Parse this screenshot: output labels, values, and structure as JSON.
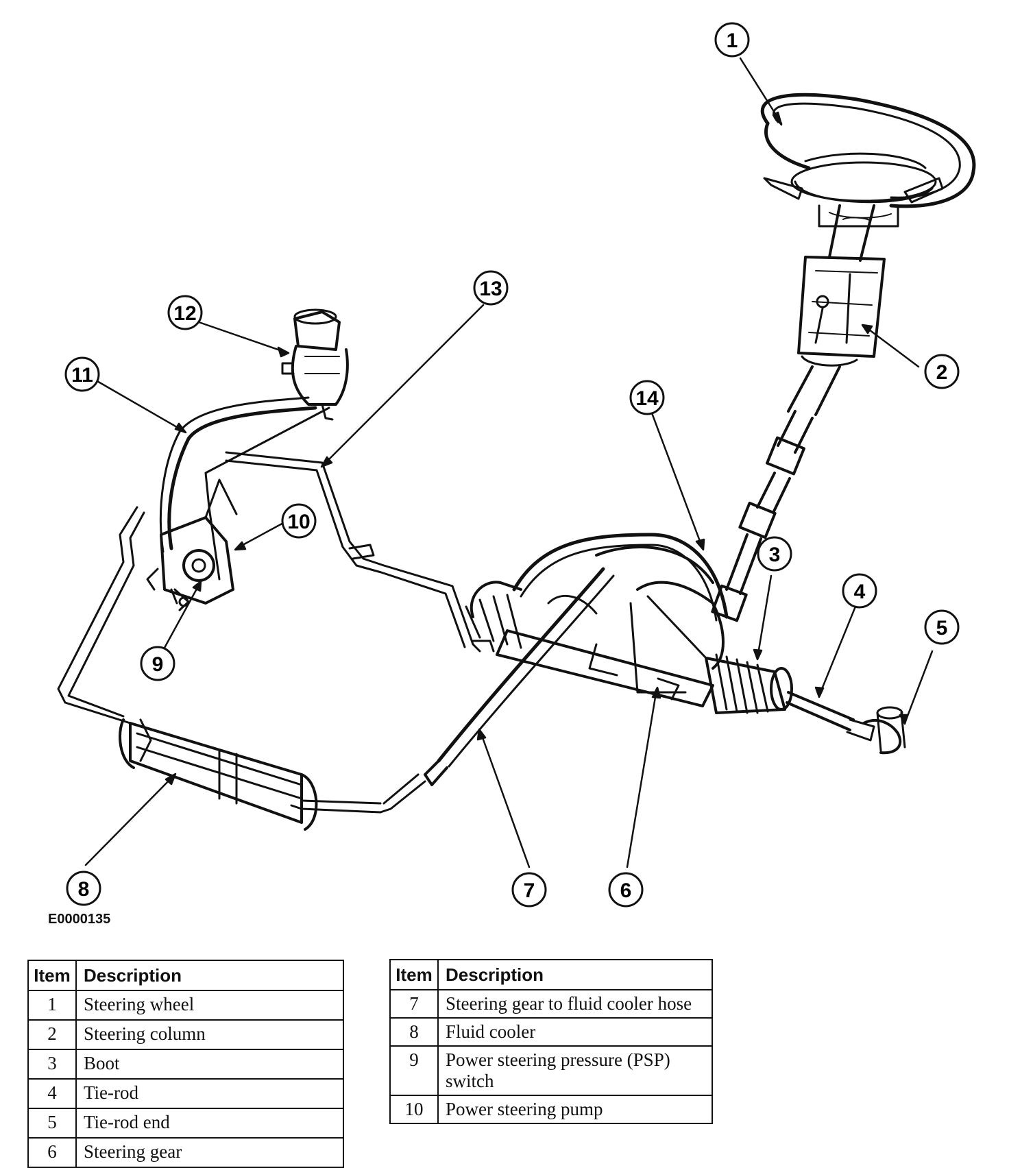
{
  "figure_id": "E0000135",
  "callouts": [
    "1",
    "2",
    "3",
    "4",
    "5",
    "6",
    "7",
    "8",
    "9",
    "10",
    "11",
    "12",
    "13",
    "14"
  ],
  "legend_left": {
    "headers": {
      "item": "Item",
      "description": "Description"
    },
    "rows": [
      {
        "item": "1",
        "description": "Steering wheel"
      },
      {
        "item": "2",
        "description": "Steering column"
      },
      {
        "item": "3",
        "description": "Boot"
      },
      {
        "item": "4",
        "description": "Tie-rod"
      },
      {
        "item": "5",
        "description": "Tie-rod end"
      },
      {
        "item": "6",
        "description": "Steering gear"
      }
    ]
  },
  "legend_right": {
    "headers": {
      "item": "Item",
      "description": "Description"
    },
    "rows": [
      {
        "item": "7",
        "description": "Steering gear to fluid cooler hose"
      },
      {
        "item": "8",
        "description": "Fluid cooler"
      },
      {
        "item": "9",
        "description": "Power steering pressure (PSP) switch"
      },
      {
        "item": "10",
        "description": "Power steering pump"
      }
    ]
  }
}
